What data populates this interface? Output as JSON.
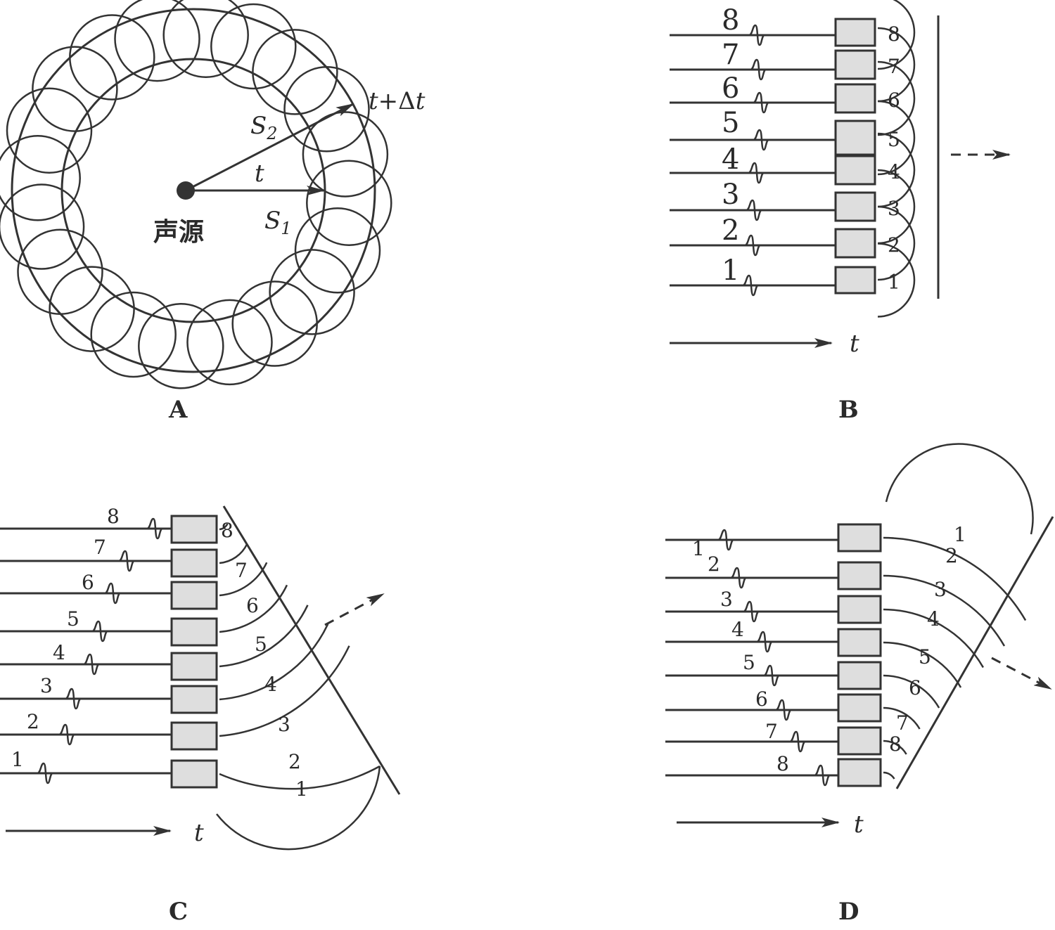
{
  "panels": {
    "A": {
      "label": "A",
      "source_label": "声源",
      "s1_label": "S",
      "s1_sub": "1",
      "s2_label": "S",
      "s2_sub": "2",
      "t_label": "t",
      "t_dt_t": "t",
      "t_dt_rest": "+Δ",
      "t_dt_t2": "t"
    },
    "B": {
      "label": "B",
      "left_numbers": [
        "1",
        "2",
        "3",
        "4",
        "5",
        "6",
        "7",
        "8"
      ],
      "right_numbers": [
        "1",
        "2",
        "3",
        "4",
        "5",
        "6",
        "7",
        "8"
      ],
      "time_label": "t"
    },
    "C": {
      "label": "C",
      "left_numbers": [
        "1",
        "2",
        "3",
        "4",
        "5",
        "6",
        "7",
        "8"
      ],
      "arc_numbers": [
        "1",
        "2",
        "3",
        "4",
        "5",
        "6",
        "7",
        "8"
      ],
      "time_label": "t"
    },
    "D": {
      "label": "D",
      "left_numbers": [
        "1",
        "2",
        "3",
        "4",
        "5",
        "6",
        "7",
        "8"
      ],
      "arc_numbers": [
        "1",
        "2",
        "3",
        "4",
        "5",
        "6",
        "7",
        "8"
      ],
      "time_label": "t"
    }
  },
  "colors": {
    "line": "#333333",
    "element_fill": "#dedede"
  }
}
